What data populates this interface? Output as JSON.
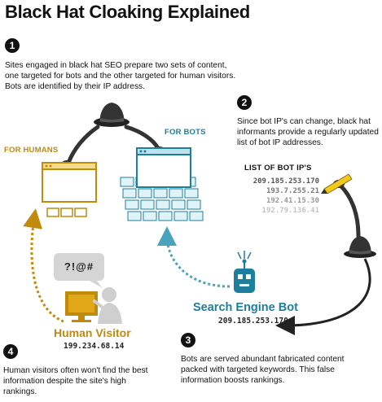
{
  "title": "Black Hat Cloaking Explained",
  "steps": [
    {
      "number": "1",
      "text": "Sites engaged in black hat SEO prepare two sets of content, one targeted for bots and the other targeted for human visitors. Bots are identified by their IP address."
    },
    {
      "number": "2",
      "text": "Since bot IP's can change, black hat informants provide a regularly updated list of bot IP addresses."
    },
    {
      "number": "3",
      "text": "Bots are served abundant fabricated content packed with targeted keywords. This false information boosts rankings."
    },
    {
      "number": "4",
      "text": "Human visitors often won't find the best information despite the site's high rankings."
    }
  ],
  "labels": {
    "for_humans": "FOR HUMANS",
    "for_bots": "FOR BOTS",
    "bot_ip_list_title": "LIST OF BOT IP'S"
  },
  "bot_ips": [
    "209.185.253.170",
    "193.7.255.21",
    "192.41.15.30",
    "192.79.136.41"
  ],
  "human_visitor": {
    "title": "Human Visitor",
    "ip": "199.234.68.14",
    "speech": "?!@#"
  },
  "search_engine_bot": {
    "title": "Search Engine Bot",
    "ip": "209.185.253.170"
  },
  "colors": {
    "gold": "#c08a0c",
    "teal": "#1c7f9b",
    "dark": "#111111",
    "light_teal": "#d6eef5"
  },
  "icons": [
    "black-hat-icon",
    "browser-window-icon",
    "computer-monitor-icon",
    "person-icon",
    "robot-icon",
    "pencil-icon"
  ]
}
